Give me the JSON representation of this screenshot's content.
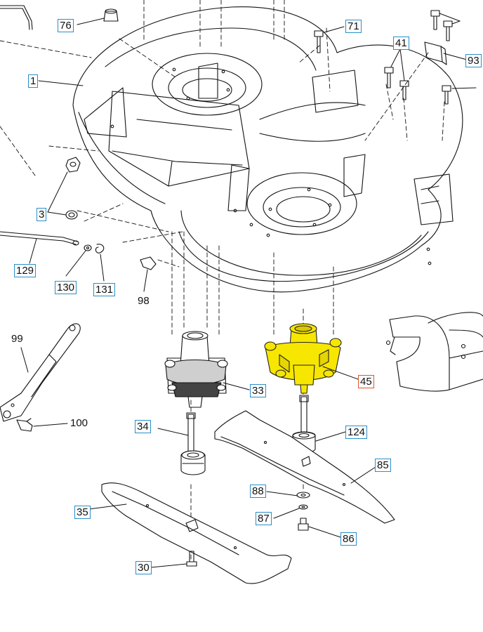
{
  "diagram": {
    "selected_part": "45",
    "highlight_color": "#f7e600",
    "label_border_color": "#2a8fc9",
    "selected_border_color": "#e0532b",
    "callouts": [
      {
        "id": "76",
        "boxed": true
      },
      {
        "id": "71",
        "boxed": true
      },
      {
        "id": "1",
        "boxed": true
      },
      {
        "id": "41",
        "boxed": true
      },
      {
        "id": "93",
        "boxed": true
      },
      {
        "id": "3",
        "boxed": true
      },
      {
        "id": "129",
        "boxed": true
      },
      {
        "id": "130",
        "boxed": true
      },
      {
        "id": "131",
        "boxed": true
      },
      {
        "id": "98",
        "boxed": false
      },
      {
        "id": "99",
        "boxed": false
      },
      {
        "id": "100",
        "boxed": false
      },
      {
        "id": "33",
        "boxed": true
      },
      {
        "id": "45",
        "boxed": true
      },
      {
        "id": "34",
        "boxed": true
      },
      {
        "id": "124",
        "boxed": true
      },
      {
        "id": "85",
        "boxed": true
      },
      {
        "id": "88",
        "boxed": true
      },
      {
        "id": "87",
        "boxed": true
      },
      {
        "id": "86",
        "boxed": true
      },
      {
        "id": "35",
        "boxed": true
      },
      {
        "id": "30",
        "boxed": true
      }
    ]
  }
}
